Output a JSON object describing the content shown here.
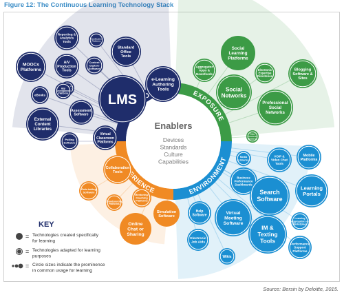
{
  "figure": {
    "title": "Figure 12: The Continuous Learning Technology Stack",
    "source": "Source: Bersin by Deloitte, 2015."
  },
  "colors": {
    "education": "#1f2d6b",
    "exposure": "#3c9b46",
    "experience": "#f08a24",
    "environment": "#1b8fd2",
    "accent": "#3d8ec7"
  },
  "center": {
    "title": "Enablers",
    "lines": [
      "Devices",
      "Standards",
      "Culture",
      "Capabilities"
    ]
  },
  "ring": {
    "education": "EDUCATION",
    "exposure": "EXPOSURE",
    "experience": "EXPERIENCE",
    "environment": "ENVIRONMENT"
  },
  "education": {
    "lms": "LMS",
    "items": [
      {
        "lines": [
          "Reporting &",
          "Analytics",
          "Tools"
        ]
      },
      {
        "lines": [
          "Gamification",
          "Platforms"
        ]
      },
      {
        "lines": [
          "Standard",
          "Office",
          "Tools"
        ]
      },
      {
        "lines": [
          "MOOCs",
          "Platforms"
        ]
      },
      {
        "lines": [
          "A/V",
          "Production",
          "Tools"
        ]
      },
      {
        "lines": [
          "Content",
          "Capture",
          "Software"
        ]
      },
      {
        "lines": [
          "e-Learning",
          "Authoring",
          "Tools"
        ]
      },
      {
        "lines": [
          "Adaptive",
          "Learning",
          "Platforms"
        ]
      },
      {
        "lines": [
          "App",
          "Development",
          "Platforms"
        ]
      },
      {
        "lines": [
          "eBooks"
        ]
      },
      {
        "lines": [
          "Assessment",
          "Software"
        ]
      },
      {
        "lines": [
          "External",
          "Content",
          "Libraries"
        ]
      },
      {
        "lines": [
          "Polling",
          "Software"
        ]
      },
      {
        "lines": [
          "Virtual",
          "Classroom",
          "Platforms"
        ]
      }
    ]
  },
  "exposure": {
    "items": [
      {
        "lines": [
          "Social",
          "Learning",
          "Platforms"
        ]
      },
      {
        "lines": [
          "Aggregator",
          "Apps &",
          "Newsfeeds"
        ]
      },
      {
        "lines": [
          "Electronic",
          "Expertise",
          "Directories"
        ]
      },
      {
        "lines": [
          "Blogging",
          "Software &",
          "Sites"
        ]
      },
      {
        "lines": [
          "Social",
          "Networks"
        ]
      },
      {
        "lines": [
          "Professional",
          "Social",
          "Networks"
        ]
      },
      {
        "lines": [
          "Video",
          "Content",
          "Platforms"
        ]
      }
    ]
  },
  "experience": {
    "items": [
      {
        "lines": [
          "Collaboration",
          "Tools"
        ]
      },
      {
        "lines": [
          "Role-taking",
          "Software"
        ]
      },
      {
        "lines": [
          "Mentoring/",
          "Coaching",
          "Platforms"
        ]
      },
      {
        "lines": [
          "Crowdsourcing",
          "Platforms"
        ]
      },
      {
        "lines": [
          "Simulation",
          "Software"
        ]
      },
      {
        "lines": [
          "Online",
          "Chat or",
          "Sharing"
        ]
      }
    ]
  },
  "environment": {
    "items": [
      {
        "lines": [
          "Media",
          "Libraries"
        ]
      },
      {
        "lines": [
          "VOIP &",
          "Video Chat",
          "Tools"
        ]
      },
      {
        "lines": [
          "Mobile",
          "Platforms"
        ]
      },
      {
        "lines": [
          "Business",
          "Performance",
          "Dashboards"
        ]
      },
      {
        "lines": [
          "Search",
          "Software"
        ]
      },
      {
        "lines": [
          "Learning",
          "Portals"
        ]
      },
      {
        "lines": [
          "Help",
          "Software"
        ]
      },
      {
        "lines": [
          "Virtual",
          "Meeting",
          "Software"
        ]
      },
      {
        "lines": [
          "Learning",
          "Aggregators or",
          "Marketplace"
        ]
      },
      {
        "lines": [
          "IM &",
          "Texting",
          "Tools"
        ]
      },
      {
        "lines": [
          "Electronic",
          "Job Aids"
        ]
      },
      {
        "lines": [
          "Performance",
          "Support",
          "Platforms"
        ]
      },
      {
        "lines": [
          "Wikis"
        ]
      }
    ]
  },
  "key": {
    "title": "KEY",
    "equals": "=",
    "entries": [
      {
        "icon": "filled-circle-icon",
        "lines": [
          "Technologies created specifically",
          "for learning"
        ]
      },
      {
        "icon": "ringed-circle-icon",
        "lines": [
          "Technologies adapted for learning",
          "purposes"
        ]
      },
      {
        "icon": "size-circles-icon",
        "lines": [
          "Circle sizes indicate the prominence",
          "in common usage for learning"
        ]
      }
    ]
  }
}
